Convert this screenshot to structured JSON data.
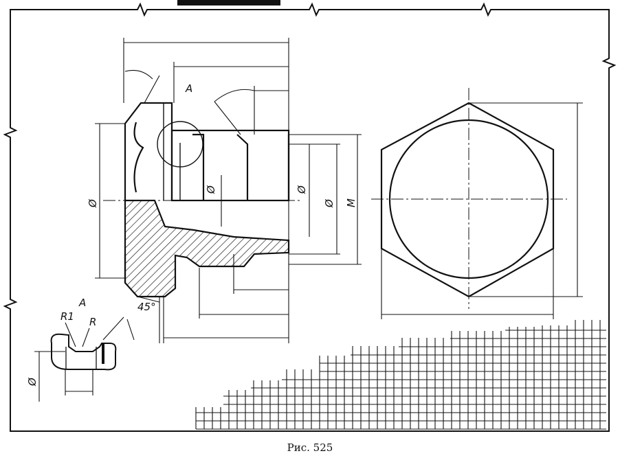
{
  "caption": "Рис. 525",
  "labels": {
    "detail_letter": "A",
    "diameter": "Ø",
    "thread": "M",
    "angle": "45°",
    "radius_1": "R1",
    "radius": "R"
  },
  "colors": {
    "ink": "#111111",
    "paper": "#ffffff"
  }
}
